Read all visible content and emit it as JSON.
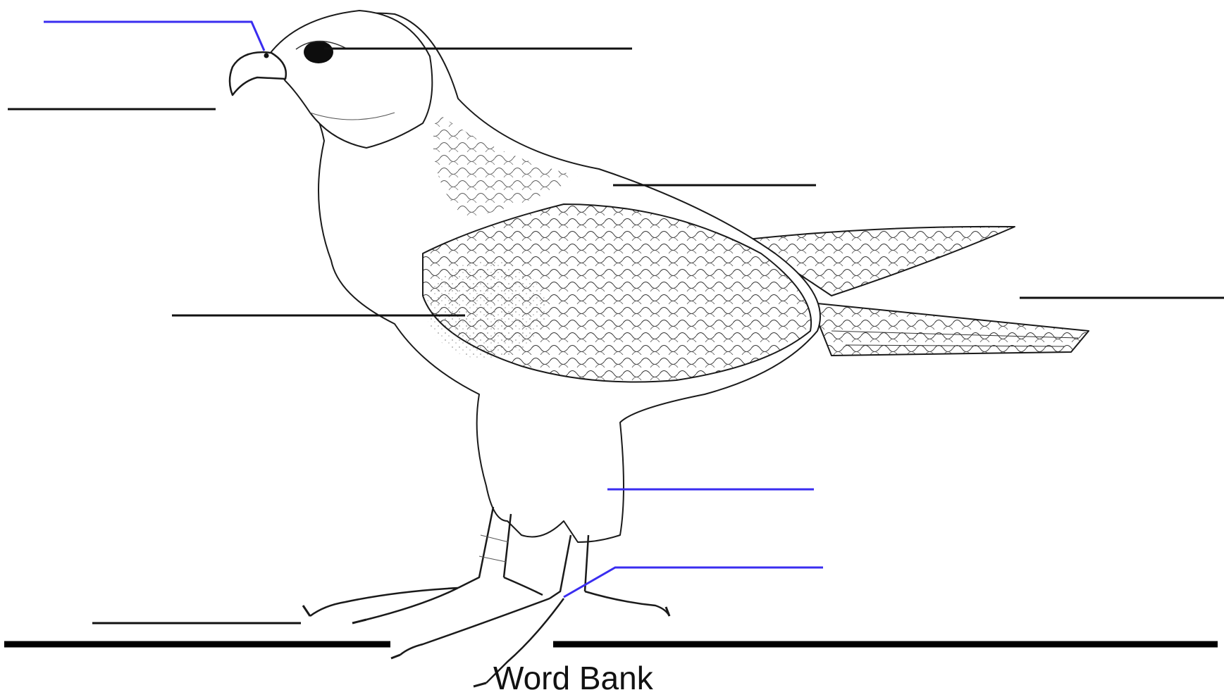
{
  "word_bank": {
    "heading": "Word Bank"
  },
  "colors": {
    "label_line_black": "#111111",
    "label_line_blue": "#3a2df0",
    "bird_outline": "#1a1a1a",
    "divider": "#000000"
  },
  "label_blanks": [
    {
      "id": "cere",
      "color": "blue",
      "answer": ""
    },
    {
      "id": "beak",
      "color": "black",
      "answer": ""
    },
    {
      "id": "eye",
      "color": "black",
      "answer": ""
    },
    {
      "id": "back",
      "color": "black",
      "answer": ""
    },
    {
      "id": "breast-wing",
      "color": "black",
      "answer": ""
    },
    {
      "id": "tail",
      "color": "black",
      "answer": ""
    },
    {
      "id": "thigh",
      "color": "blue",
      "answer": ""
    },
    {
      "id": "foot",
      "color": "blue",
      "answer": ""
    },
    {
      "id": "talon",
      "color": "black",
      "answer": ""
    }
  ]
}
